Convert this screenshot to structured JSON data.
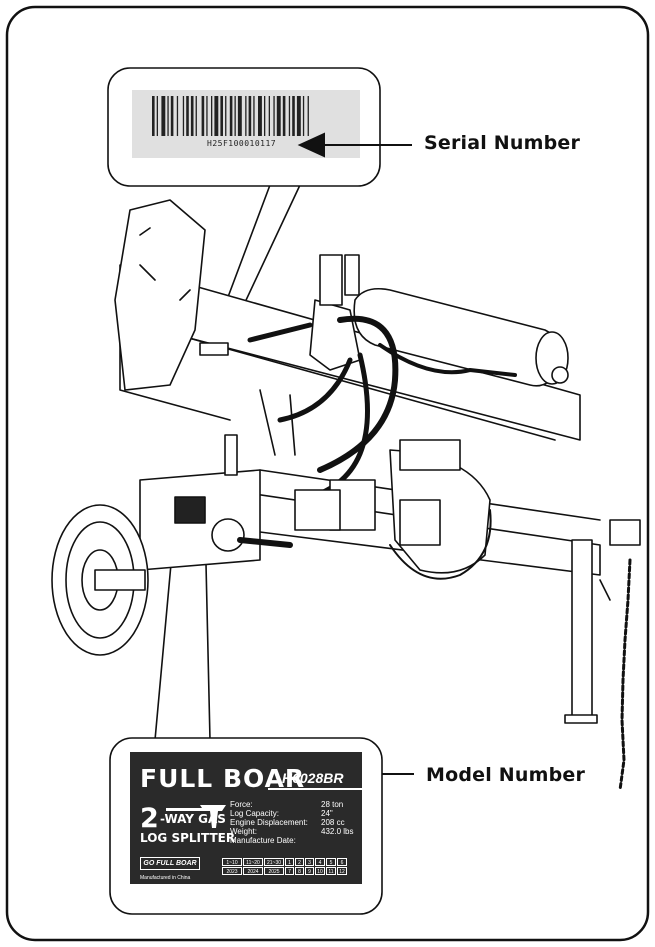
{
  "labels": {
    "serial": "Serial Number",
    "model": "Model Number"
  },
  "barcode": {
    "text": "H25F100010117"
  },
  "plate": {
    "brand": "FULL BOAR",
    "model": "H6028BR",
    "two": "2",
    "way_gas": "-WAY GAS",
    "log_splitter": "LOG SPLITTER",
    "go_full_boar": "GO FULL BOAR",
    "made_in": "Manufactured in China",
    "specs": [
      {
        "label": "Force:",
        "value": "28 ton"
      },
      {
        "label": "Log Capacity:",
        "value": "24\""
      },
      {
        "label": "Engine Displacement:",
        "value": "208 cc"
      },
      {
        "label": "Weight:",
        "value": "432.0 lbs"
      },
      {
        "label": "Manufacture Date:",
        "value": ""
      }
    ],
    "date_grid": {
      "top": [
        "1~10",
        "11~20",
        "21~30",
        "1",
        "2",
        "3",
        "4",
        "5",
        "6"
      ],
      "bottom": [
        "2023",
        "2024",
        "2025",
        "7",
        "8",
        "9",
        "10",
        "11",
        "12"
      ]
    }
  },
  "colors": {
    "plate": "#2a2a2a",
    "line": "#111111",
    "background": "#ffffff"
  }
}
